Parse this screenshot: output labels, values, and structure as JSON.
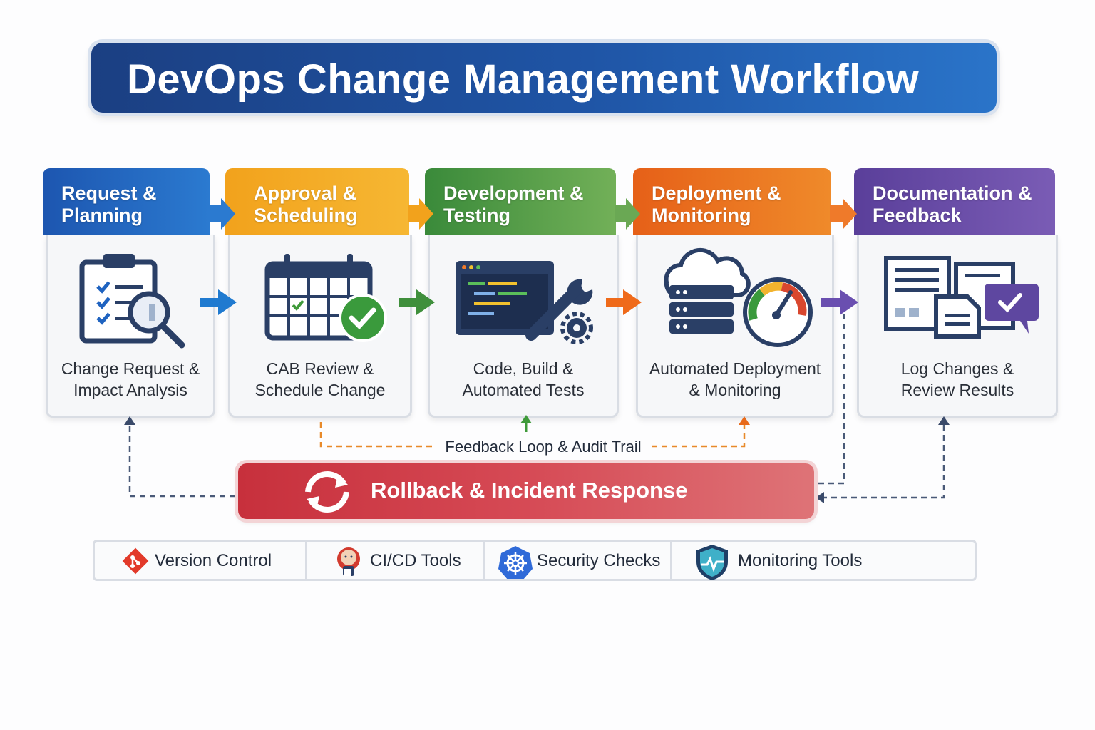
{
  "title": "DevOps Change Management Workflow",
  "stages": [
    {
      "header": "Request &\nPlanning",
      "caption": "Change Request &\nImpact Analysis",
      "color": "#1f63c0",
      "icon": "clipboard-magnifier-icon"
    },
    {
      "header": "Approval &\nScheduling",
      "caption": "CAB Review &\nSchedule Change",
      "color": "#f0a21a",
      "icon": "calendar-check-icon"
    },
    {
      "header": "Development &\nTesting",
      "caption": "Code, Build &\nAutomated Tests",
      "color": "#3f8f3c",
      "icon": "code-wrench-icon"
    },
    {
      "header": "Deployment &\nMonitoring",
      "caption": "Automated Deployment\n& Monitoring",
      "color": "#ea6a1a",
      "icon": "cloud-server-gauge-icon"
    },
    {
      "header": "Documentation &\nFeedback",
      "caption": "Log Changes &\nReview Results",
      "color": "#5e47a0",
      "icon": "documents-chat-check-icon"
    }
  ],
  "feedback_loop": "Feedback Loop & Audit Trail",
  "rollback": {
    "label": "Rollback & Incident Response",
    "icon": "sync-arrows-icon"
  },
  "tools": [
    {
      "label": "Version Control",
      "icon": "git-icon"
    },
    {
      "label": "CI/CD Tools",
      "icon": "jenkins-icon"
    },
    {
      "label": "Security Checks",
      "icon": "helm-wheel-icon"
    },
    {
      "label": "Monitoring Tools",
      "icon": "shield-pulse-icon"
    }
  ],
  "colors": {
    "title_bg": "#1f4f9a",
    "rollback_bg": "#d03f4a",
    "connector": "#4a5a78"
  }
}
